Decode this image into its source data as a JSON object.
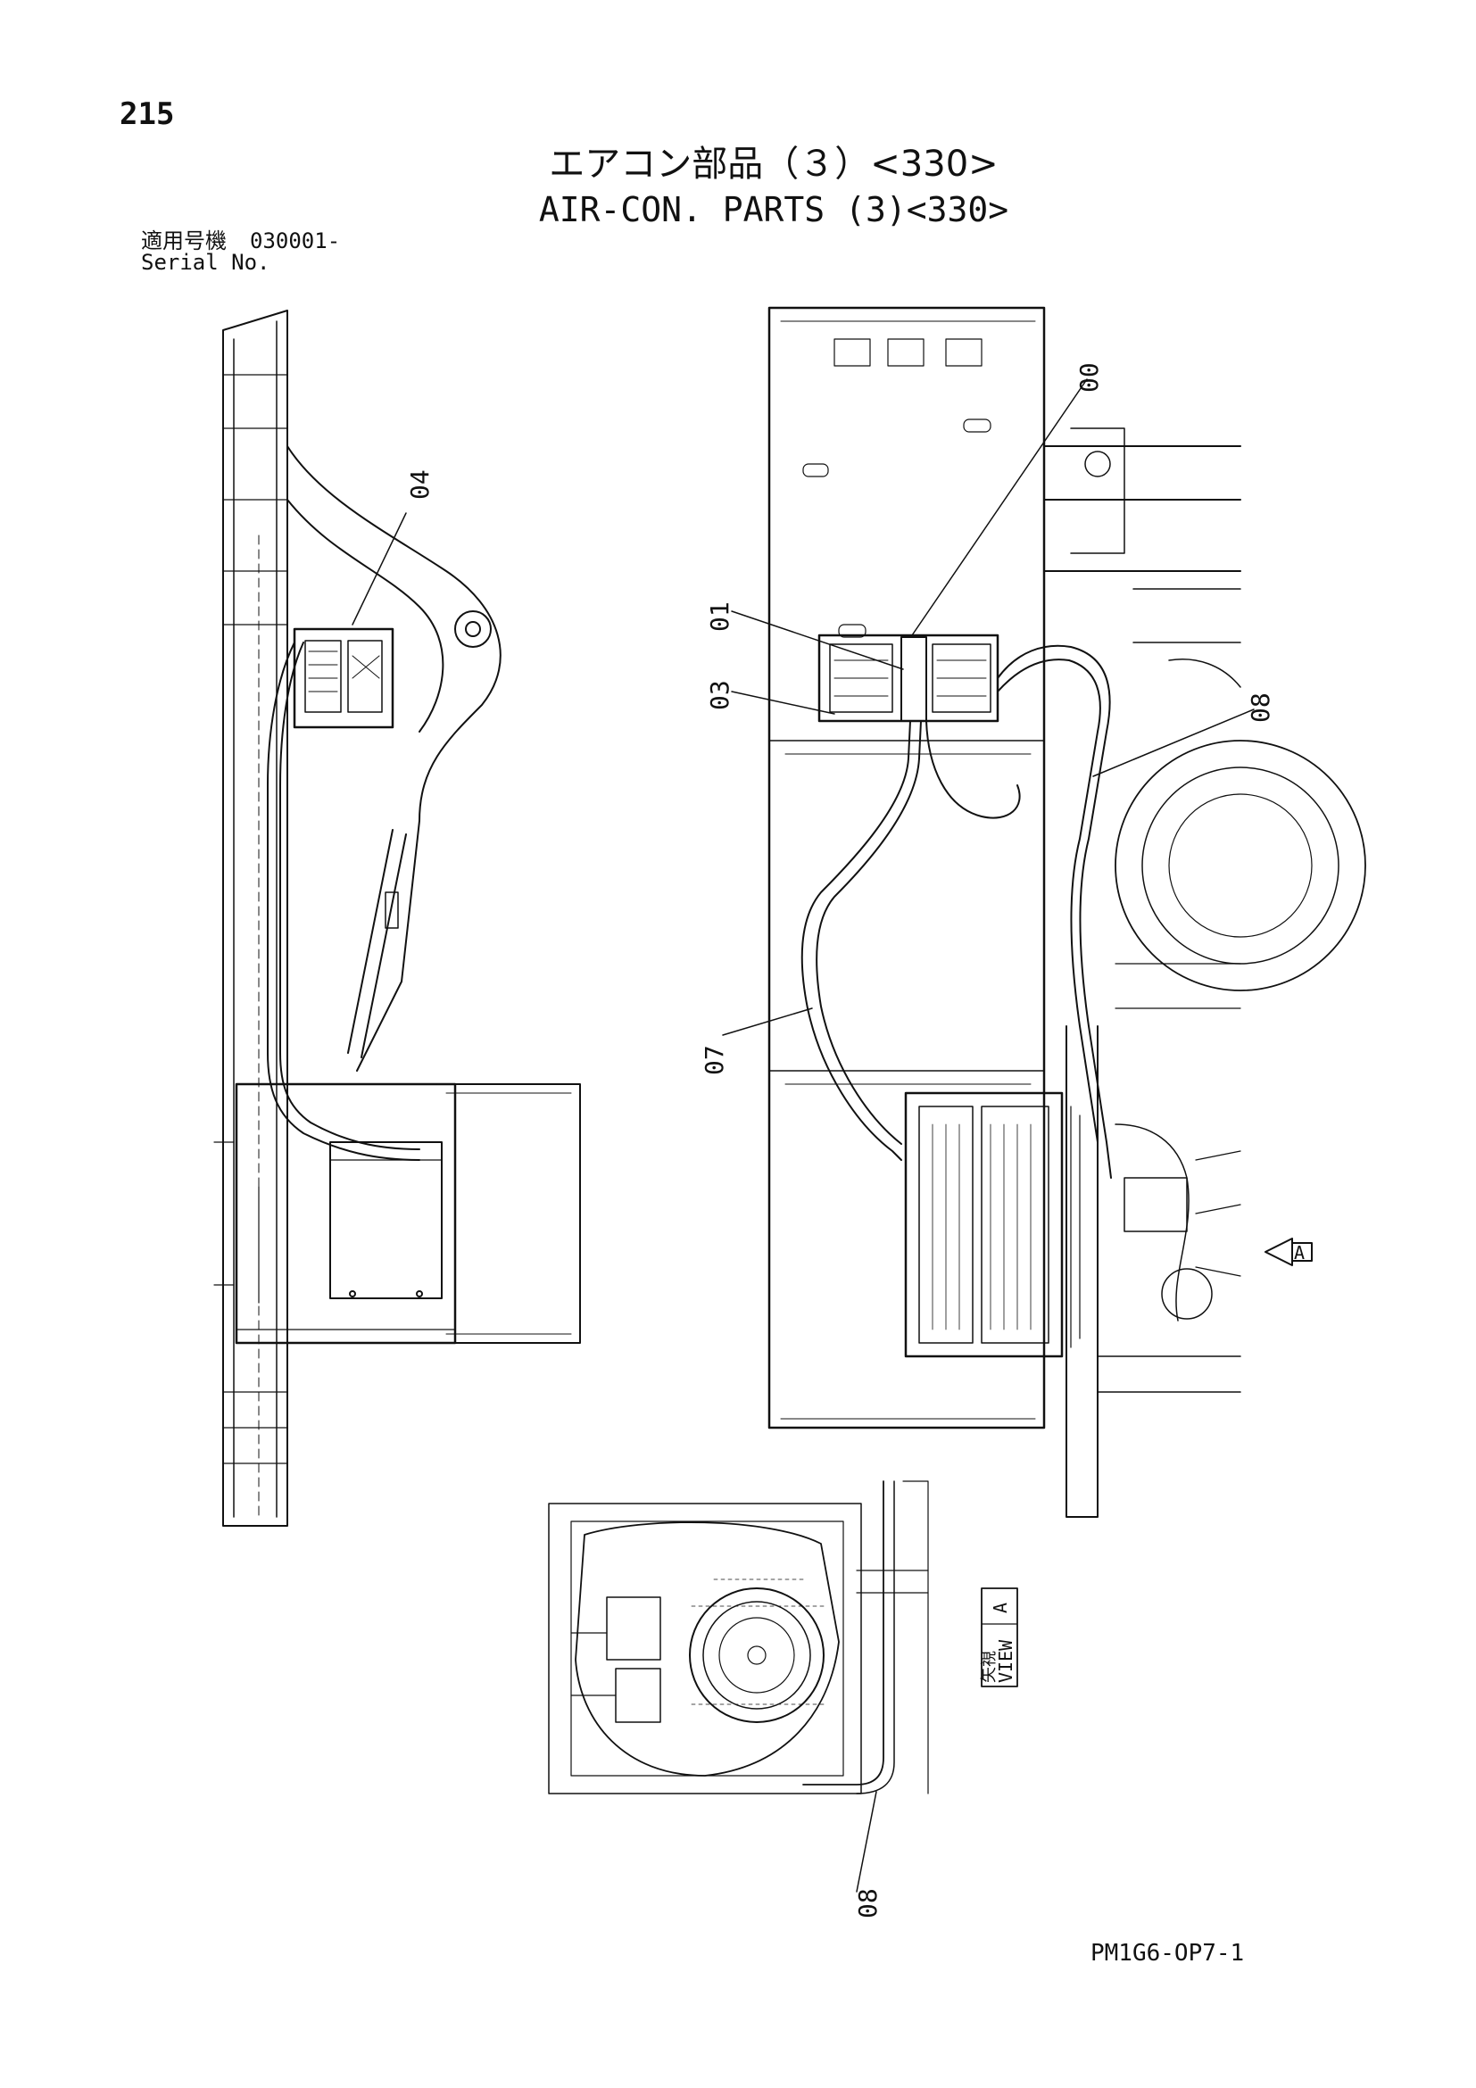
{
  "page_number": "215",
  "title": {
    "japanese": "エアコン部品（３）<330>",
    "english": "AIR-CON. PARTS (3)<330>"
  },
  "serial": {
    "label_jp": "適用号機",
    "value": "030001-",
    "label_en": "Serial No."
  },
  "callouts": {
    "left_view": [
      "04"
    ],
    "main_view": [
      "00",
      "01",
      "03",
      "07",
      "08"
    ],
    "view_a": [
      "08"
    ]
  },
  "view_marker": "A",
  "view_label": {
    "jp": "矢視",
    "en": "VIEW",
    "letter": "A"
  },
  "drawing_code": "PM1G6-OP7-1"
}
